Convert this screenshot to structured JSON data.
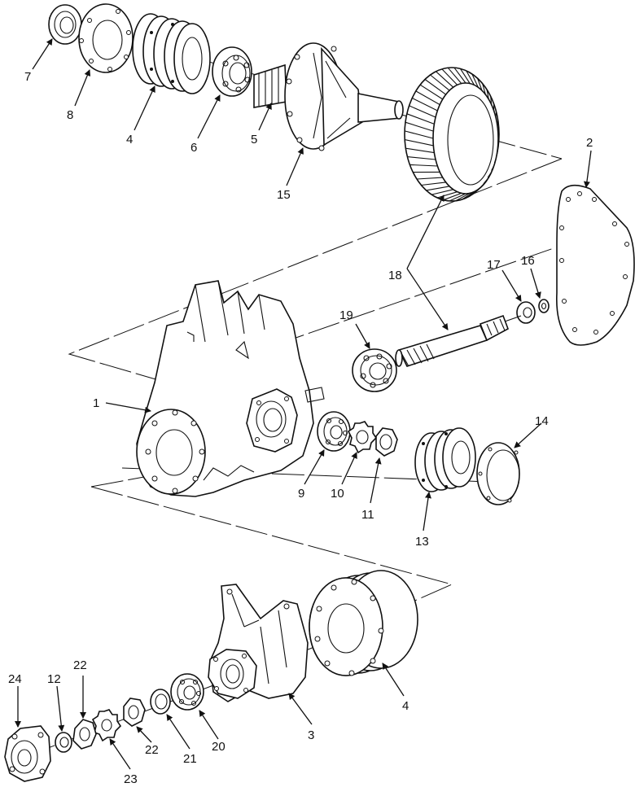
{
  "callouts": {
    "c1": "1",
    "c2": "2",
    "c3": "3",
    "c4a": "4",
    "c4b": "4",
    "c5": "5",
    "c6": "6",
    "c7": "7",
    "c8": "8",
    "c9": "9",
    "c10": "10",
    "c11": "11",
    "c12": "12",
    "c13": "13",
    "c14": "14",
    "c15": "15",
    "c16": "16",
    "c17": "17",
    "c18": "18",
    "c19": "19",
    "c20": "20",
    "c21": "21",
    "c22a": "22",
    "c22b": "22",
    "c23": "23",
    "c24": "24"
  },
  "colors": {
    "line": "#111111",
    "background": "#ffffff"
  }
}
